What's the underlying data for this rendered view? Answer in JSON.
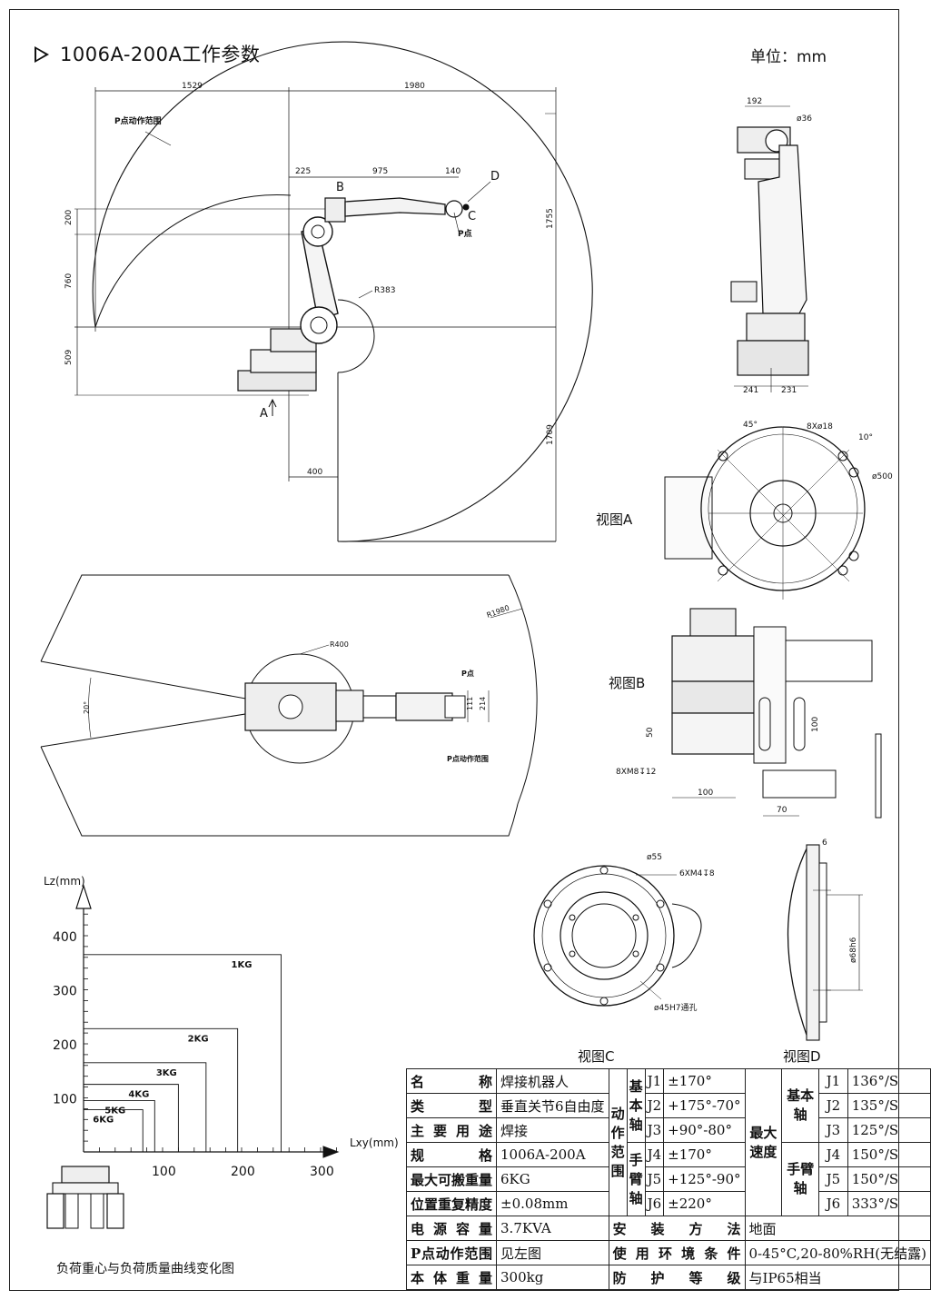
{
  "title": "1006A-200A工作参数",
  "unit": "单位：mm",
  "side_view": {
    "dims_top": [
      "1529",
      "1980"
    ],
    "dims_arm": [
      "225",
      "975",
      "140"
    ],
    "dims_left": [
      "200",
      "760",
      "509"
    ],
    "dims_right": [
      "1755",
      "1709"
    ],
    "dim_base": "400",
    "radius": "R383",
    "labels": {
      "range": "P点动作范围",
      "p": "P点",
      "a": "A",
      "b": "B",
      "c": "C",
      "d": "D"
    }
  },
  "back_view": {
    "dims": [
      "192",
      "241",
      "231"
    ],
    "hole": "ø36"
  },
  "view_a": {
    "label": "视图A",
    "dims": [
      "45°",
      "8Xø18",
      "10°",
      "ø500"
    ]
  },
  "top_view": {
    "radius_outer": "R1980",
    "radius_inner": "R400",
    "angle": "20°",
    "dims": [
      "111",
      "214"
    ],
    "labels": {
      "p": "P点",
      "range": "P点动作范围"
    }
  },
  "view_b": {
    "label": "视图B",
    "dims": [
      "50",
      "100",
      "8XM8↧12",
      "100",
      "70"
    ]
  },
  "view_c": {
    "label": "视图C",
    "dims": [
      "ø55",
      "6XM4↧8",
      "ø45H7通孔"
    ]
  },
  "view_d": {
    "label": "视图D",
    "dims": [
      "6",
      "ø68h6"
    ]
  },
  "load_chart": {
    "caption": "负荷重心与负荷质量曲线变化图",
    "x_label": "Lxy(mm)",
    "y_label": "Lz(mm)"
  },
  "chart_data": {
    "type": "line",
    "title": "负荷重心与负荷质量曲线变化图",
    "xlabel": "Lxy(mm)",
    "ylabel": "Lz(mm)",
    "x_ticks": [
      100,
      200,
      300
    ],
    "y_ticks": [
      100,
      200,
      300,
      400
    ],
    "xlim": [
      0,
      330
    ],
    "ylim": [
      0,
      460
    ],
    "series": [
      {
        "name": "1KG",
        "corner": [
          250,
          365
        ]
      },
      {
        "name": "2KG",
        "corner": [
          195,
          228
        ]
      },
      {
        "name": "3KG",
        "corner": [
          155,
          165
        ]
      },
      {
        "name": "4KG",
        "corner": [
          120,
          125
        ]
      },
      {
        "name": "5KG",
        "corner": [
          90,
          95
        ]
      },
      {
        "name": "6KG",
        "corner": [
          75,
          78
        ]
      }
    ]
  },
  "specs": {
    "rows": [
      [
        "名称",
        "焊接机器人"
      ],
      [
        "类型",
        "垂直关节6自由度"
      ],
      [
        "主要用途",
        "焊接"
      ],
      [
        "规格",
        "1006A-200A"
      ],
      [
        "最大可搬重量",
        "6KG"
      ],
      [
        "位置重复精度",
        "±0.08mm"
      ]
    ],
    "motion_header": "动作范围",
    "speed_header": "最大速度",
    "base_axis": "基本轴",
    "arm_axis": "手臂轴",
    "joints": [
      {
        "j": "J1",
        "range": "±170°",
        "speed": "136°/S"
      },
      {
        "j": "J2",
        "range": "+175°-70°",
        "speed": "135°/S"
      },
      {
        "j": "J3",
        "range": "+90°-80°",
        "speed": "125°/S"
      },
      {
        "j": "J4",
        "range": "±170°",
        "speed": "150°/S"
      },
      {
        "j": "J5",
        "range": "+125°-90°",
        "speed": "150°/S"
      },
      {
        "j": "J6",
        "range": "±220°",
        "speed": "333°/S"
      }
    ],
    "bottom": [
      [
        "电源容量",
        "3.7KVA",
        "安装方法",
        "地面"
      ],
      [
        "P点动作范围",
        "见左图",
        "使用环境条件",
        "0-45°C,20-80%RH(无结露)"
      ],
      [
        "本体重量",
        "300kg",
        "防护等级",
        "与IP65相当"
      ]
    ]
  }
}
